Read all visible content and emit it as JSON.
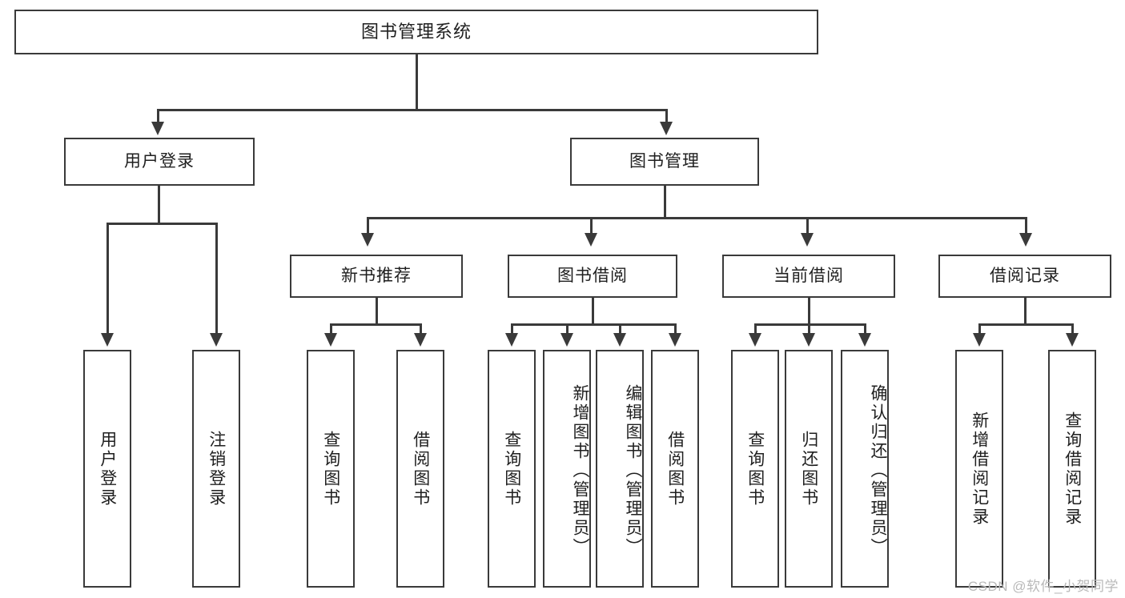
{
  "diagram": {
    "title": "图书管理系统",
    "watermark": "CSDN @软件_小贺同学",
    "colors": {
      "stroke": "#3a3a3a",
      "fill": "#ffffff",
      "text": "#1f1f1f",
      "watermark": "#b9b9b9"
    },
    "root": {
      "label": "图书管理系统"
    },
    "level2": [
      {
        "label": "用户登录"
      },
      {
        "label": "图书管理"
      }
    ],
    "level3": [
      {
        "label": "新书推荐"
      },
      {
        "label": "图书借阅"
      },
      {
        "label": "当前借阅"
      },
      {
        "label": "借阅记录"
      }
    ],
    "leaves": {
      "user_login": [
        {
          "label": "用户登录"
        },
        {
          "label": "注销登录"
        }
      ],
      "new_book_recommend": [
        {
          "label": "查询图书"
        },
        {
          "label": "借阅图书"
        }
      ],
      "book_borrow": [
        {
          "label": "查询图书"
        },
        {
          "label": "新增图书（管理员）"
        },
        {
          "label": "编辑图书（管理员）"
        },
        {
          "label": "借阅图书"
        }
      ],
      "current_borrow": [
        {
          "label": "查询图书"
        },
        {
          "label": "归还图书"
        },
        {
          "label": "确认归还（管理员）"
        }
      ],
      "borrow_record": [
        {
          "label": "新增借阅记录"
        },
        {
          "label": "查询借阅记录"
        }
      ]
    }
  }
}
